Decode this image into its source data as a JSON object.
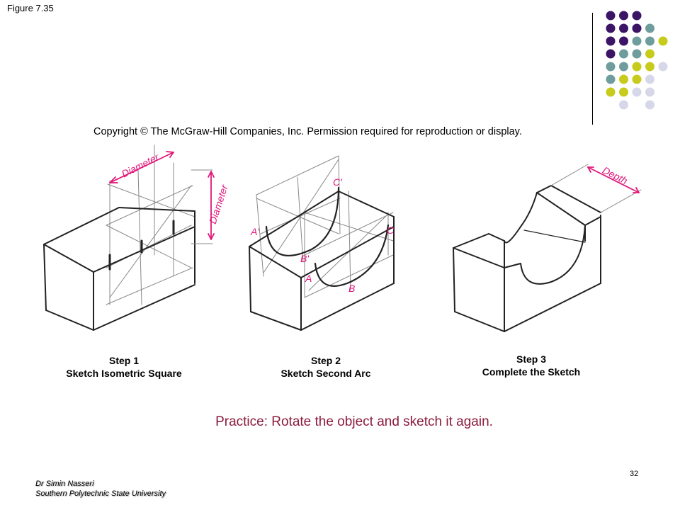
{
  "figure_label": "Figure 7.35",
  "copyright": "Copyright © The McGraw-Hill Companies, Inc. Permission required for reproduction or display.",
  "annotations": {
    "diameter_top": "Diameter",
    "diameter_side": "Diameter",
    "depth": "Depth",
    "point_c_prime": "C'",
    "point_a_prime": "A'",
    "point_b_prime": "B'",
    "point_a": "A",
    "point_b": "B",
    "point_c": "C"
  },
  "steps": [
    {
      "title": "Step 1",
      "caption": "Sketch Isometric Square"
    },
    {
      "title": "Step 2",
      "caption": "Sketch Second Arc"
    },
    {
      "title": "Step 3",
      "caption": "Complete the Sketch"
    }
  ],
  "practice": "Practice: Rotate the object and sketch it again.",
  "page_number": "32",
  "footer": {
    "author": "Dr Simin Nasseri",
    "institution": "Southern Polytechnic State University"
  },
  "colors": {
    "accent_magenta": "#e0187a",
    "practice_text": "#8b1a3d",
    "dot_purple": "#3b1466",
    "dot_teal": "#6f9d9d",
    "dot_yellow": "#c7cb1c",
    "dot_lavender": "#d7d7ea"
  }
}
